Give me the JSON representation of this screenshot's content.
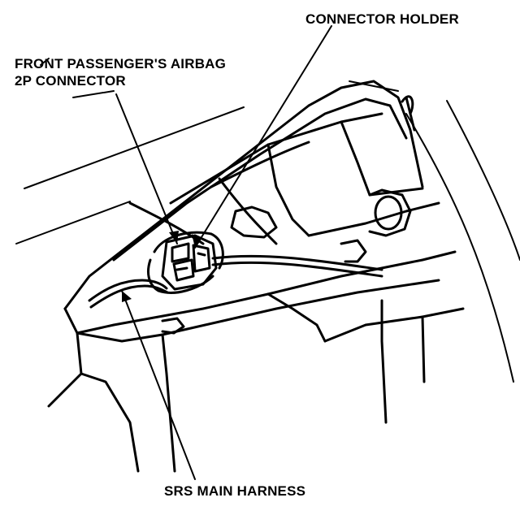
{
  "labels": {
    "connector_holder": "CONNECTOR HOLDER",
    "front_passenger_line1": "FRONT PASSENGER'S AIRBAG",
    "front_passenger_line2": "2P CONNECTOR",
    "srs_main_harness": "SRS MAIN HARNESS"
  },
  "colors": {
    "line": "#000000",
    "background": "#ffffff"
  }
}
